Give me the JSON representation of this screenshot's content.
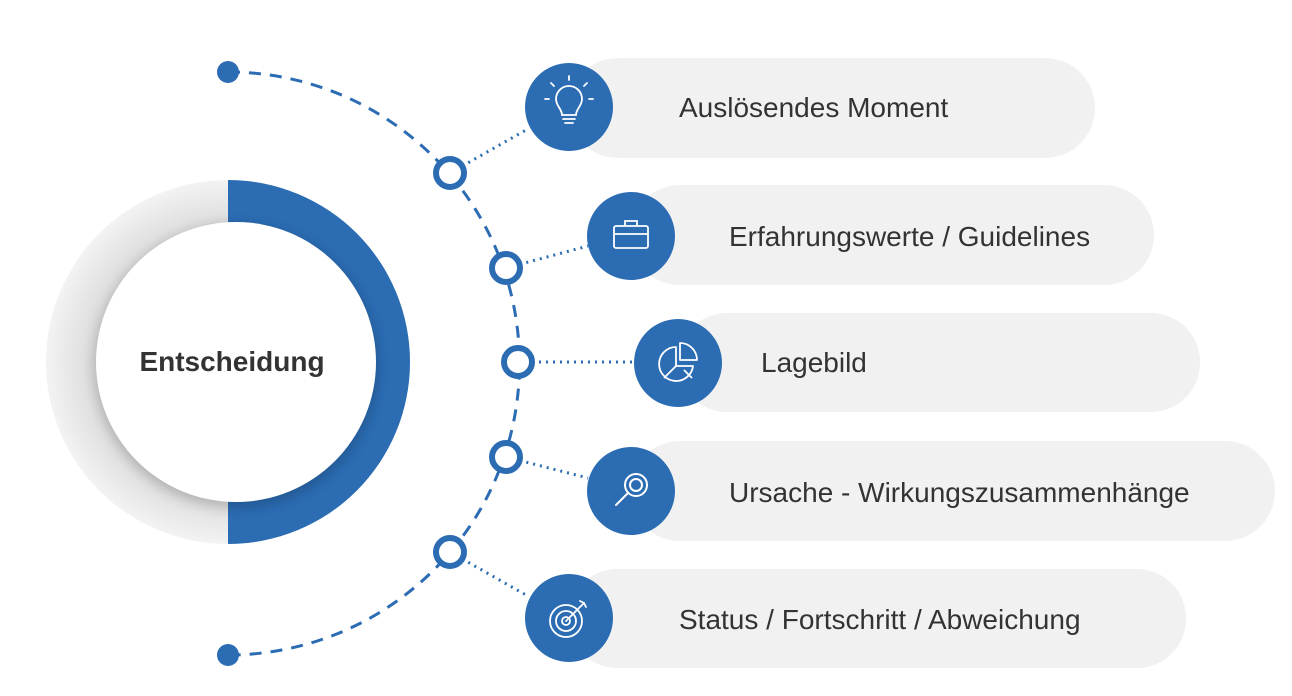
{
  "center": {
    "label": "Entscheidung"
  },
  "items": [
    {
      "label": "Auslösendes Moment",
      "icon": "lightbulb-icon"
    },
    {
      "label": "Erfahrungswerte / Guidelines",
      "icon": "briefcase-icon"
    },
    {
      "label": "Lagebild",
      "icon": "pie-chart-icon"
    },
    {
      "label": "Ursache - Wirkungszusammenhänge",
      "icon": "magnifier-icon"
    },
    {
      "label": "Status / Fortschritt / Abweichung",
      "icon": "target-icon"
    }
  ],
  "colors": {
    "accent": "#2b6cb3",
    "pill": "#f1f1f1",
    "ring": "#e6e6e6",
    "text": "#333333"
  }
}
